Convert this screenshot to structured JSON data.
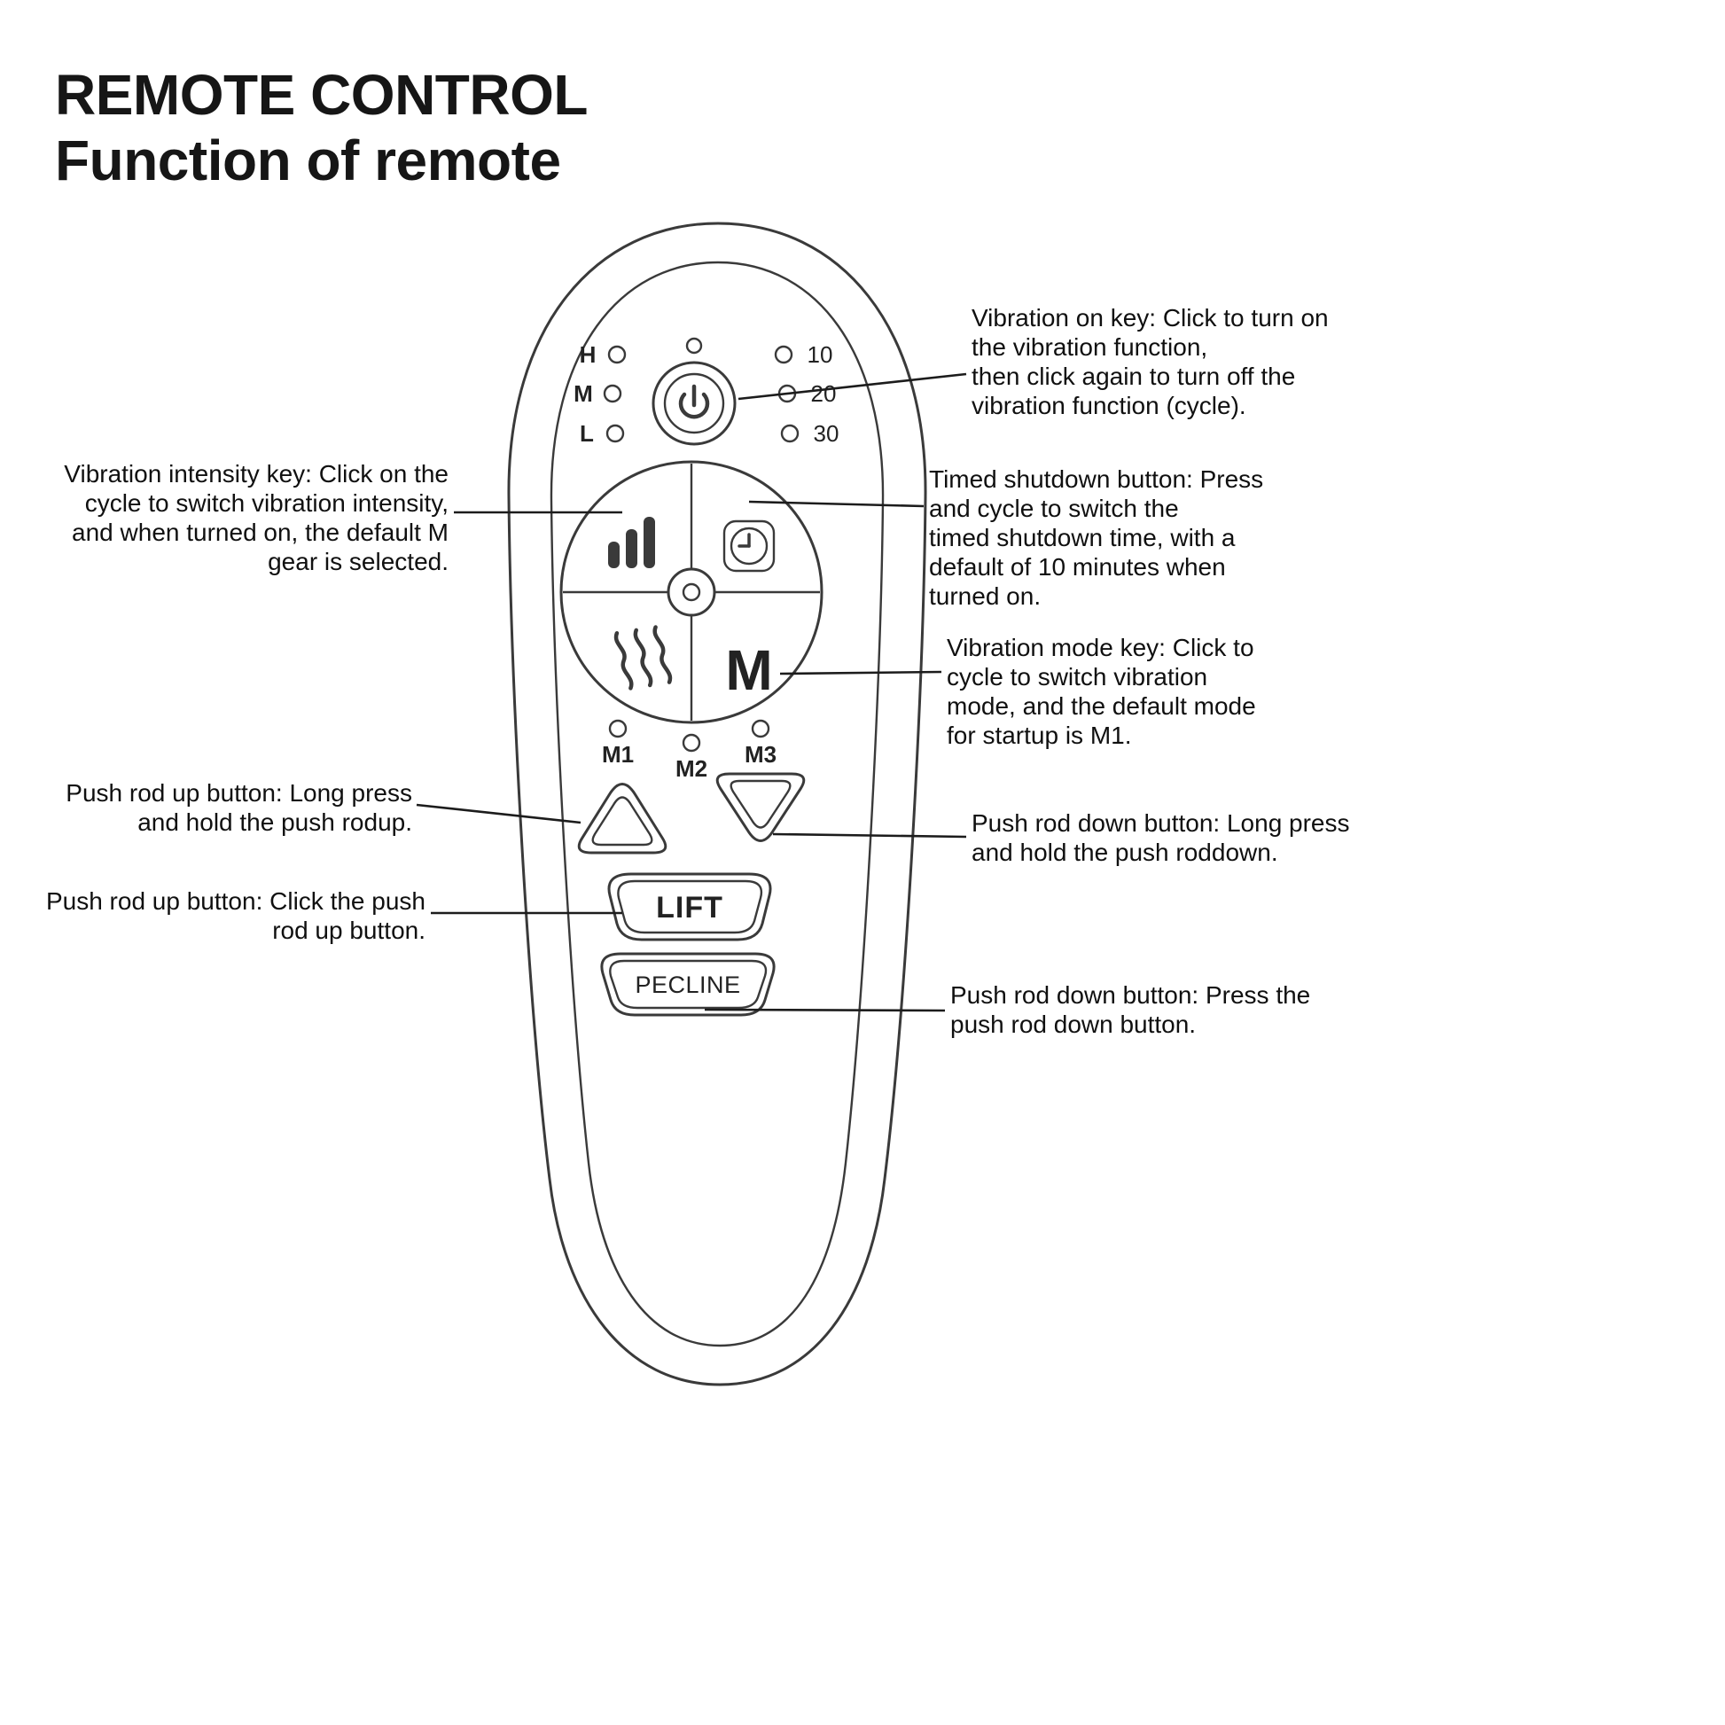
{
  "title": {
    "line1": "REMOTE CONTROL",
    "line2": "Function of remote"
  },
  "remote": {
    "intensity_labels": [
      "H",
      "M",
      "L"
    ],
    "timer_labels": [
      "10",
      "20",
      "30"
    ],
    "mode_labels": [
      "M1",
      "M2",
      "M3"
    ],
    "mode_key_label": "M",
    "lift_label": "LIFT",
    "recline_label": "PECLINE"
  },
  "annotations": {
    "vibration_on": "Vibration on key: Click to turn on\nthe vibration function,\nthen click again to turn off the\nvibration function (cycle).",
    "vibration_intensity": "Vibration intensity key: Click on the\ncycle to switch vibration intensity,\nand when turned on, the default M\ngear is selected.",
    "timed_shutdown": "Timed shutdown button: Press\nand cycle to switch the\ntimed shutdown time, with a\ndefault of 10 minutes when\nturned on.",
    "vibration_mode": "Vibration mode key: Click to\ncycle to switch vibration\nmode, and the default mode\nfor startup is M1.",
    "push_up_long": "Push rod up button: Long press\nand hold the push rodup.",
    "push_up_click": "Push rod up button: Click the push\nrod up button.",
    "push_down_long": "Push rod down button: Long press\nand hold the push roddown.",
    "push_down_press": "Push rod down button: Press the\npush rod down button."
  }
}
